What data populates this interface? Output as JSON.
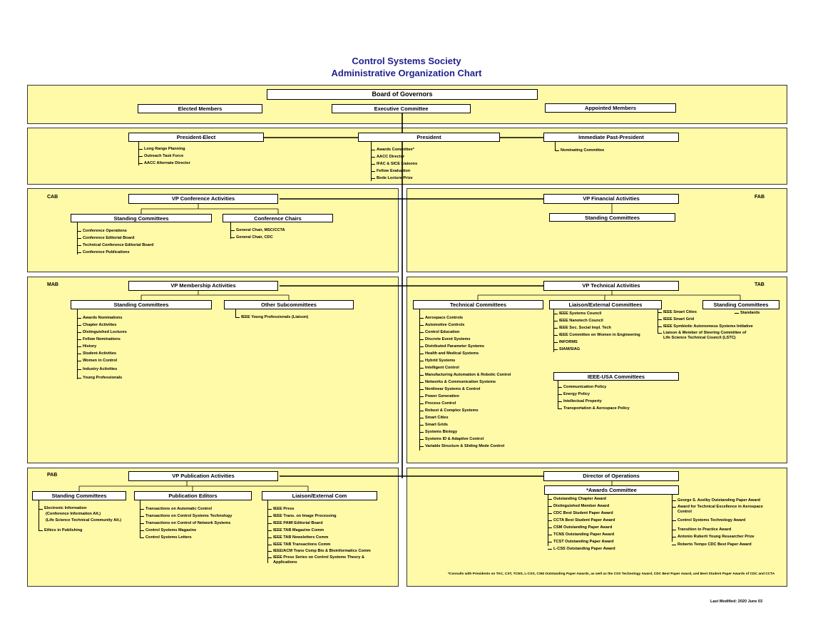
{
  "title_line1": "Control Systems Society",
  "title_line2": "Administrative Organization Chart",
  "board": {
    "title": "Board of Governors",
    "elected": "Elected Members",
    "executive": "Executive Committee",
    "appointed": "Appointed Members"
  },
  "officers": {
    "president_elect": "President-Elect",
    "president_elect_items": [
      "Long Range Planning",
      "Outreach Task Force",
      "AACC Alternate Director"
    ],
    "president": "President",
    "president_items": [
      "Awards Committee*",
      "AACC Director",
      "IFAC & SICE Liaisons",
      "Fellow Evaluation",
      "Bode Lecture Prize"
    ],
    "past_president": "Immediate Past-President",
    "past_president_items": [
      "Nominating Committee"
    ]
  },
  "cab": {
    "tag": "CAB",
    "vp": "VP Conference Activities",
    "standing": "Standing Committees",
    "standing_items": [
      "Conference Operations",
      "Conference Editorial Board",
      "Technical Conference Editorial Board",
      "Conference Publications"
    ],
    "chairs": "Conference Chairs",
    "chairs_items": [
      "General Chair, MSC/CCTA",
      "General Chair, CDC"
    ]
  },
  "fab": {
    "tag": "FAB",
    "vp": "VP Financial Activities",
    "standing": "Standing Committees"
  },
  "mab": {
    "tag": "MAB",
    "vp": "VP Membership Activities",
    "standing": "Standing Committees",
    "standing_items": [
      "Awards Nominations",
      "Chapter Activities",
      "Distinguished Lectures",
      "Fellow Nominations",
      "History",
      "Student Activities",
      "Women in Control",
      "Industry Activities",
      "Young Professionals"
    ],
    "other": "Other Subcommittees",
    "other_items": [
      "IEEE Young Professionals (Liaison)"
    ]
  },
  "tab": {
    "tag": "TAB",
    "vp": "VP Technical Activities",
    "technical": "Technical Committees",
    "technical_items": [
      "Aerospace Controls",
      "Automotive Controls",
      "Control Education",
      "Discrete Event Systems",
      "Distributed Parameter Systems",
      "Health and Medical Systems",
      "Hybrid Systems",
      "Intelligent Control",
      "Manufacturing Automation & Robotic Control",
      "Networks & Communication Systems",
      "Nonlinear Systems & Control",
      "Power Generation",
      "Process Control",
      "Robust & Complex Systems",
      "Smart Cities",
      "Smart Grids",
      "Systems Biology",
      "Systems ID & Adaptive Control",
      "Variable Structure & Sliding Mode Control"
    ],
    "liaison": "Liaison/External Committees",
    "liaison_items_a": [
      "IEEE Systems Council",
      "IEEE Nanotech Council",
      "IEEE Soc. Social Impl. Tech",
      "IEEE Committee on Women in Engineering",
      "INFORMS",
      "SIAM/SIAG"
    ],
    "liaison_items_b": [
      "IEEE Smart Cities",
      "IEEE Smart Grid",
      "IEEE Symbiotic Autonomous Systems Initiative",
      "Liaison & Member of Steering Committee of Life Science Technical Council (LSTC)"
    ],
    "standing": "Standing Committees",
    "standing_items": [
      "Standards"
    ],
    "ieee_usa": "IEEE-USA Committees",
    "ieee_usa_items": [
      "Communication Policy",
      "Energy Policy",
      "Intellectual Property",
      "Transportation & Aerospace Policy"
    ]
  },
  "pab": {
    "tag": "PAB",
    "vp": "VP Publication Activities",
    "standing": "Standing Committees",
    "standing_items": [
      "Electronic Information",
      "(Conference Information Alt.)",
      "(Life Science Technical Community Alt.)",
      "Ethics in Publishing"
    ],
    "editors": "Publication Editors",
    "editors_items": [
      "Transactions on Automatic Control",
      "Transactions on Control Systems Technology",
      "Transactions on Control of Network Systems",
      "Control Systems Magazine",
      "Control Systems Letters"
    ],
    "liaison": "Liaison/External Com",
    "liaison_items": [
      "IEEE Press",
      "IEEE Trans. on Image Processing",
      "IEEE PAMI Editorial Board",
      "IEEE TAB Magazine Comm",
      "IEEE TAB Newsletters Comm",
      "IEEE TAB Transactions Comm",
      "IEEE/ACM Trans Comp Bio & Bioinformatics Comm",
      "IEEE Press Series on Control Systems Theory & Applications"
    ]
  },
  "operations": {
    "director": "Director of Operations",
    "awards": "*Awards Committee",
    "awards_left": [
      "Outstanding Chapter Award",
      "Distinguished Member Award",
      "CDC Best Student Paper Award",
      "CCTA Best Student Paper Award",
      "CSM Outstanding Paper Award",
      "TCNS Outstanding Paper Award",
      "TCST Outstanding Paper Award",
      "L-CSS Outstanding Paper Award"
    ],
    "awards_right": [
      "George S. Axelby Outstanding Paper Award",
      "Award for Technical Excellence in Aerospace Control",
      "Control Systems Technology Award",
      "Transition to Practice Award",
      "Antonio Ruberti Young Researcher Prize",
      "Roberto Tempo CDC Best Paper Award"
    ],
    "footnote": "*Consults with Presidents on TAC, CST, TCNS, L-CSS, CSM Outstanding Paper Awards, as well as the CSS Technology Award, CDC Best Paper Award, and Best Student Paper Awards of CDC and CCTA"
  },
  "last_modified": "Last Modified: 2020 June 03"
}
